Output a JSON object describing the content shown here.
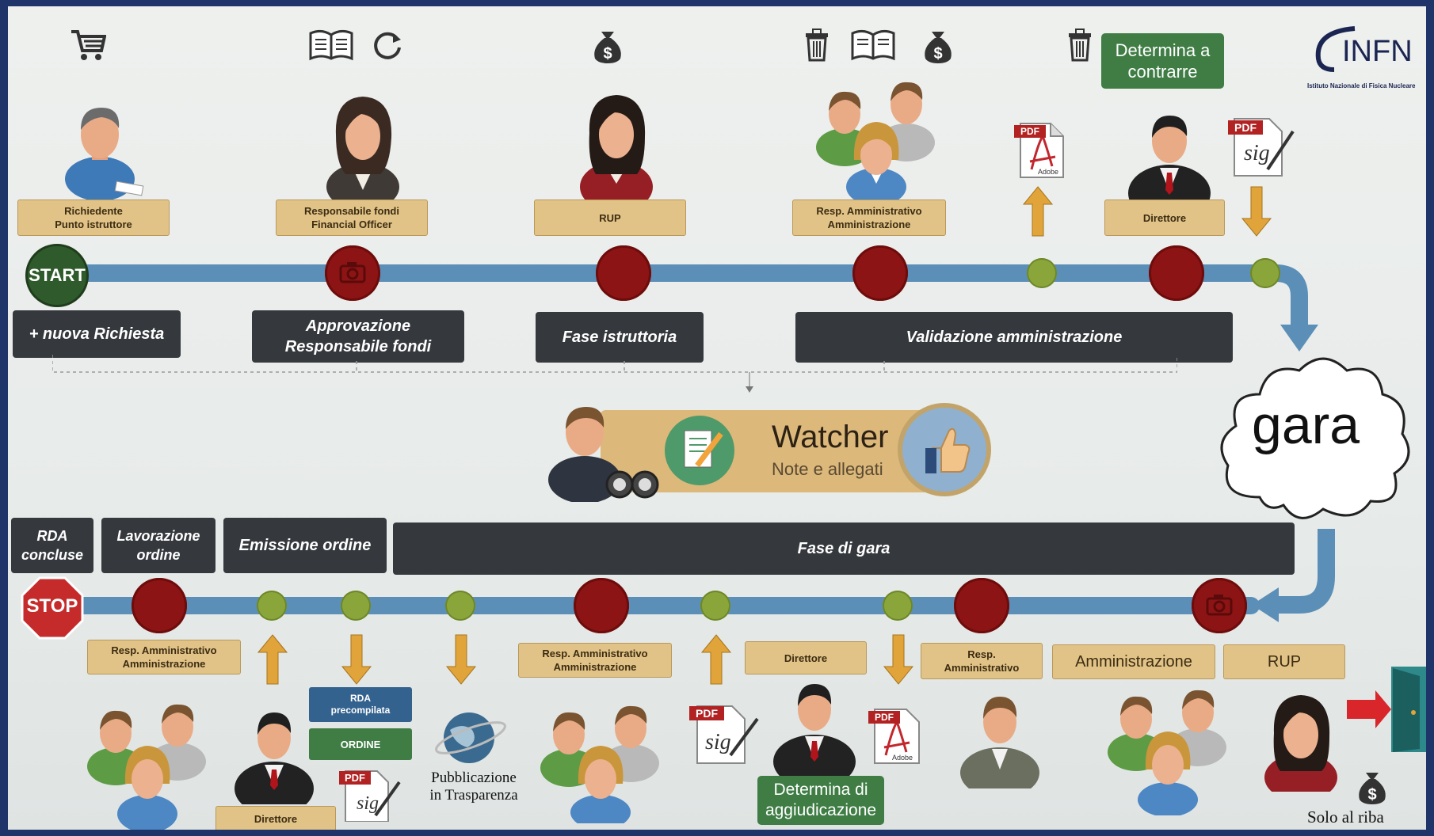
{
  "logo": {
    "name": "INFN",
    "subtitle": "Istituto Nazionale di Fisica Nucleare"
  },
  "top_icons": [
    "cart-icon",
    "book-icon",
    "refresh-icon",
    "money-bag-icon",
    "trash-icon",
    "book-icon",
    "money-bag-icon",
    "trash-icon"
  ],
  "top_determina": "Determina a contrarre",
  "roles_top": [
    {
      "line1": "Richiedente",
      "line2": "Punto istruttore"
    },
    {
      "line1": "Responsabile fondi",
      "line2": "Financial Officer"
    },
    {
      "line1": "RUP",
      "line2": ""
    },
    {
      "line1": "Resp. Amministrativo",
      "line2": "Amministrazione"
    },
    {
      "line1": "Direttore",
      "line2": ""
    }
  ],
  "start_label": "START",
  "stop_label": "STOP",
  "phases_top": {
    "new": "+ nuova Richiesta",
    "approval_1": "Approvazione",
    "approval_2": "Responsabile fondi",
    "istruttoria": "Fase istruttoria",
    "validazione": "Validazione amministrazione"
  },
  "gara": "gara",
  "watcher": {
    "title": "Watcher",
    "subtitle": "Note e allegati"
  },
  "phases_bottom": {
    "rda_1": "RDA",
    "rda_2": "concluse",
    "lav_1": "Lavorazione",
    "lav_2": "ordine",
    "emissione": "Emissione ordine",
    "fase_gara": "Fase di gara"
  },
  "roles_bottom": [
    {
      "line1": "Resp. Amministrativo",
      "line2": "Amministrazione"
    },
    {
      "line1": "Resp. Amministrativo",
      "line2": "Amministrazione"
    },
    {
      "line1": "Direttore",
      "line2": ""
    },
    {
      "line1": "Resp.",
      "line2": "Amministrativo"
    },
    {
      "line1": "Amministrazione",
      "line2": ""
    },
    {
      "line1": "RUP",
      "line2": ""
    }
  ],
  "rda_precompilata_1": "RDA",
  "rda_precompilata_2": "precompilata",
  "ordine": "ORDINE",
  "direttore_small": "Direttore",
  "pubblicazione_1": "Pubblicazione",
  "pubblicazione_2": "in Trasparenza",
  "determina_aggiudicazione_1": "Determina di",
  "determina_aggiudicazione_2": "aggiudicazione",
  "solo_ribasso": "Solo al riba",
  "pdf_label": "PDF",
  "adobe_label": "Adobe",
  "sig_label": "sig",
  "colors": {
    "track": "#5b8fb8",
    "red_node": "#8d1414",
    "green_node": "#8aa63a",
    "dark_label": "#35393d",
    "tan_label": "#e2c387",
    "green_box": "#3f7d45"
  }
}
